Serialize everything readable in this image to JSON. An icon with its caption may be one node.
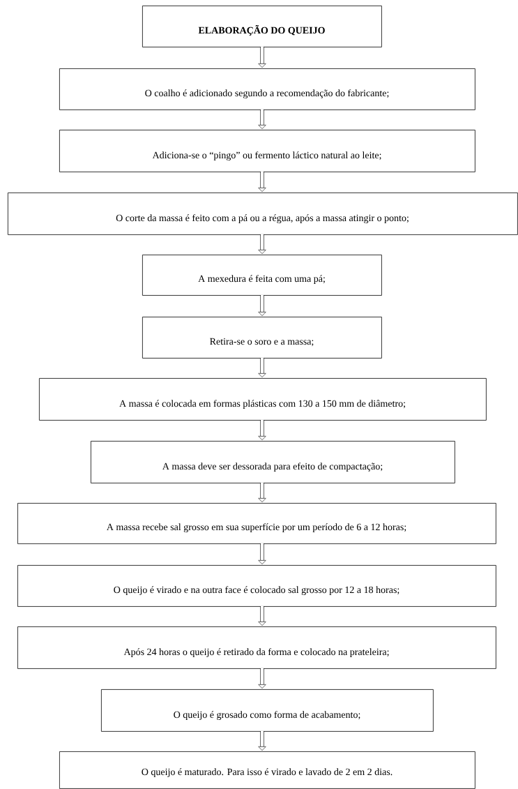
{
  "diagram": {
    "nodes": [
      {
        "text": [
          "ELABORAÇÃO DO QUEIJO"
        ]
      },
      {
        "text": [
          "O coalho é adicionado segundo a recomendação do fabricante;"
        ]
      },
      {
        "text": [
          "Adiciona-se o “pingo” ou fermento láctico natural ao leite;"
        ]
      },
      {
        "text": [
          "O corte da massa é feito com a pá ou a régua, após a massa atingir o ponto;"
        ]
      },
      {
        "text": [
          "A mexedura é feita com uma pá;"
        ]
      },
      {
        "text": [
          "Retira-se o soro e a massa;"
        ]
      },
      {
        "text": [
          "A massa é colocada em formas plásticas com 130 a 150 mm de diâmetro;"
        ]
      },
      {
        "text": [
          "A massa deve ser dessorada para efeito de compactação;"
        ]
      },
      {
        "text": [
          "A massa recebe sal grosso em sua superfície por um período de 6 a 12 horas;"
        ]
      },
      {
        "text": [
          "O queijo é virado e na outra face é colocado sal grosso por 12 a 18 horas;"
        ]
      },
      {
        "text": [
          "Após 24 horas o queijo é retirado da forma e colocado na prateleira;"
        ]
      },
      {
        "text": [
          "O queijo é grosado como forma de acabamento;"
        ]
      },
      {
        "text": [
          "O queijo é maturado. Para isso é virado e lavado de 2 em 2 dias."
        ]
      }
    ],
    "edges": [
      {
        "from": 0,
        "to": 1,
        "arrow": "to"
      },
      {
        "from": 1,
        "to": 2,
        "arrow": "to"
      },
      {
        "from": 2,
        "to": 3,
        "arrow": "to"
      },
      {
        "from": 3,
        "to": 4,
        "arrow": "to"
      },
      {
        "from": 4,
        "to": 5,
        "arrow": "to"
      },
      {
        "from": 5,
        "to": 6,
        "arrow": "to"
      },
      {
        "from": 6,
        "to": 7,
        "arrow": "to"
      },
      {
        "from": 7,
        "to": 8,
        "arrow": "to"
      },
      {
        "from": 8,
        "to": 9,
        "arrow": "to"
      },
      {
        "from": 9,
        "to": 10,
        "arrow": "to"
      },
      {
        "from": 10,
        "to": 11,
        "arrow": "to"
      },
      {
        "from": 11,
        "to": 12,
        "arrow": "to"
      }
    ]
  }
}
